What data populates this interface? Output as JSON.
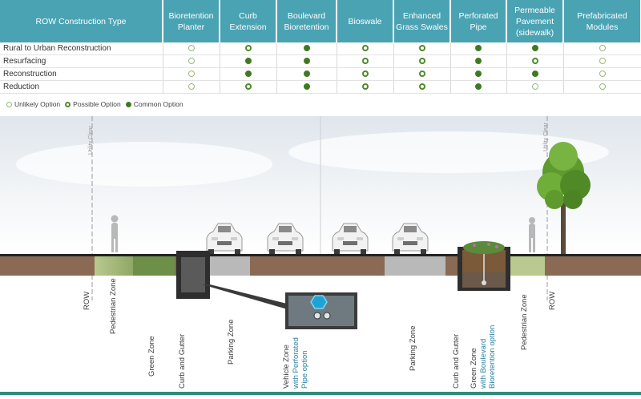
{
  "table": {
    "header_first": "ROW Construction Type",
    "columns": [
      "Bioretention\nPlanter",
      "Curb\nExtension",
      "Boulevard\nBioretention",
      "Bioswale",
      "Enhanced\nGrass Swales",
      "Perforated\nPipe",
      "Permeable\nPavement\n(sidewalk)",
      "Prefabricated\nModules"
    ],
    "rows": [
      {
        "label": "Rural to Urban Reconstruction",
        "cells": [
          "unlikely",
          "possible",
          "common",
          "possible",
          "possible",
          "common",
          "common",
          "unlikely"
        ]
      },
      {
        "label": "Resurfacing",
        "cells": [
          "unlikely",
          "common",
          "common",
          "possible",
          "possible",
          "common",
          "possible",
          "unlikely"
        ]
      },
      {
        "label": "Reconstruction",
        "cells": [
          "unlikely",
          "common",
          "common",
          "possible",
          "possible",
          "common",
          "common",
          "unlikely"
        ]
      },
      {
        "label": "Reduction",
        "cells": [
          "unlikely",
          "possible",
          "common",
          "possible",
          "possible",
          "common",
          "unlikely",
          "unlikely"
        ]
      }
    ]
  },
  "legend": {
    "unlikely": "Unlikely Option",
    "possible": "Possible Option",
    "common": "Common Option"
  },
  "colors": {
    "header": "#4aa3b3",
    "common": "#3f7a22",
    "possible": "#4e8a2a",
    "unlikely": "#9ab878",
    "soil": "#8a6a55",
    "teal_text": "#2a7fa0",
    "footer_bar": "#2f8c7a"
  },
  "diagram": {
    "utility_clear": "Utility Clear",
    "zones": {
      "row_left": "ROW",
      "pedestrian_left": "Pedestrian Zone",
      "green_left": "Green Zone",
      "curb_left": "Curb and Gutter",
      "parking_left": "Parking Zone",
      "vehicle": "Vehicle Zone",
      "vehicle_option": "with Perforated\nPipe option",
      "parking_right": "Parking Zone",
      "curb_right": "Curb and Gutter",
      "green_right": "Green Zone",
      "green_right_option": "with Boulevard\nBioretention option",
      "pedestrian_right": "Pedestrian Zone",
      "row_right": "ROW"
    }
  }
}
